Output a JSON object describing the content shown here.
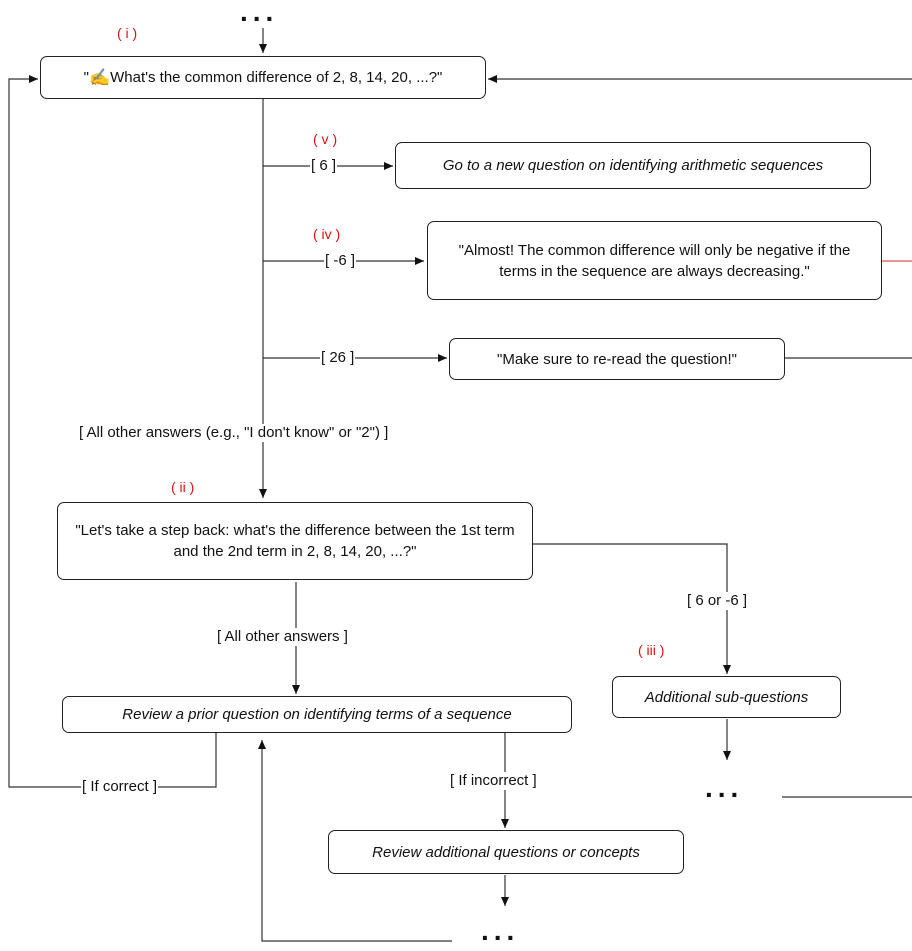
{
  "tags": {
    "i": "( i )",
    "ii": "( ii )",
    "iii": "( iii )",
    "iv": "( iv )",
    "v": "( v )"
  },
  "nodes": {
    "q1_quote": "\"",
    "q1_icon": "✍",
    "q1_text": " What's the common difference of 2, 8, 14, 20, ...?\"",
    "new_question": "Go to a new question on identifying arithmetic sequences",
    "almost": "\"Almost! The common difference will only be negative if the terms in the sequence are always decreasing.\"",
    "reread": "\"Make sure to re-read the question!\"",
    "step_back": "\"Let's take a step back: what's the difference between the 1st term and the 2nd term in 2, 8, 14, 20, ...?\"",
    "sub_questions": "Additional sub-questions",
    "review_prior": "Review a prior question on identifying terms of a sequence",
    "review_additional": "Review additional questions or concepts"
  },
  "edges": {
    "six": "[ 6 ]",
    "neg_six": "[ -6 ]",
    "twenty_six": "[ 26 ]",
    "all_other_examples": "[ All other answers (e.g., \"I don't know\" or \"2\") ]",
    "six_or_neg_six": "[ 6 or -6 ]",
    "all_other": "[ All other answers ]",
    "if_correct": "[ If correct ]",
    "if_incorrect": "[ If incorrect ]"
  },
  "ellipsis": "..."
}
